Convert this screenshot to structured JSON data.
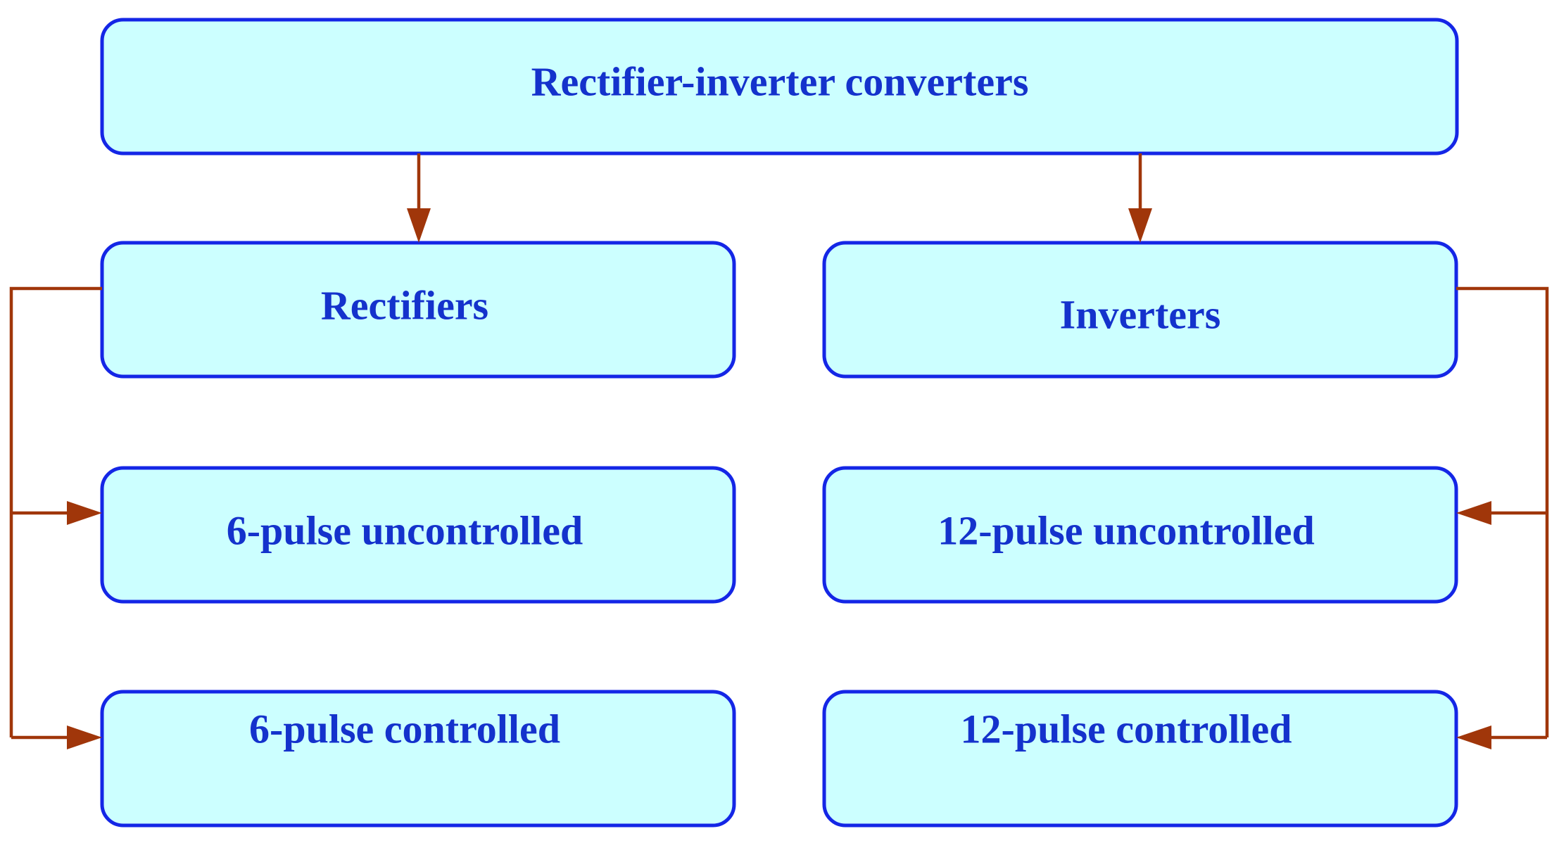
{
  "diagram": {
    "root": {
      "label": "Rectifier-inverter converters"
    },
    "left_branch": {
      "label": "Rectifiers",
      "children": [
        {
          "label": "6-pulse uncontrolled"
        },
        {
          "label": "6-pulse controlled"
        }
      ]
    },
    "right_branch": {
      "label": "Inverters",
      "children": [
        {
          "label": "12-pulse uncontrolled"
        },
        {
          "label": "12-pulse controlled"
        }
      ]
    }
  },
  "colors": {
    "box_fill": "#ccffff",
    "box_border": "#1426e6",
    "text": "#1432cc",
    "connector": "#a0360a"
  }
}
